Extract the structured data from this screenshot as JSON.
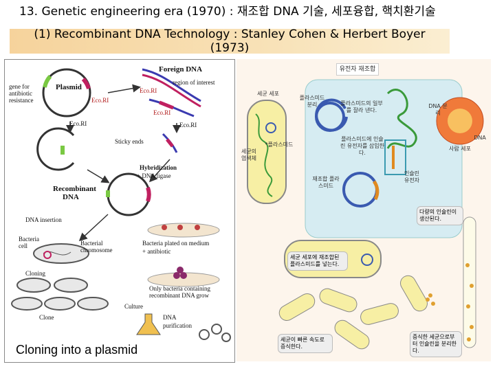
{
  "title": "13. Genetic engineering era (1970) : 재조합 DNA 기술, 세포융합, 핵치환기술",
  "subtitle_line1": "(1) Recombinant DNA Technology : Stanley Cohen & Herbert Boyer",
  "subtitle_line2": "(1973)",
  "left_figure": {
    "caption": "Cloning into a plasmid",
    "labels": {
      "foreign_dna": "Foreign DNA",
      "region_of_interest": "region of interest",
      "gene_for": "gene for",
      "antibiotic": "antibiotic",
      "resistance": "resistance",
      "plasmid": "Plasmid",
      "ecori_1": "Eco.RI",
      "ecori_2": "Eco.RI",
      "ecori_3": "Eco.RI",
      "ecori_4": "Eco.RI",
      "ecori_5": "Eco.RI",
      "sticky_ends": "Sticky ends",
      "hybridization": "Hybridization",
      "dna_ligase": "+ DNA ligase",
      "recombinant": "Recombinant",
      "dna": "DNA",
      "dna_insertion": "DNA insertion",
      "bacteria": "Bacteria",
      "cell": "cell",
      "bacterial": "Bacterial",
      "chromosome": "chromosome",
      "plated": "Bacteria plated on medium",
      "plus_antibiotic": "+ antibiotic",
      "cloning": "Cloning",
      "only_bacteria": "Only bacteria containing",
      "recombinant_grow": "recombinant DNA grow",
      "clone": "Clone",
      "culture": "Culture",
      "dna2": "DNA",
      "purification": "purification"
    }
  },
  "right_figure": {
    "header": "유전자 재조합",
    "labels": {
      "bacteria_cell": "세균 세포",
      "plasmid_separation": "플라스미드 분리",
      "cut_plasmid": "플라스미드의 일부를 잘라 낸다.",
      "dna_separation": "DNA 분리",
      "human_cell": "사람 세포",
      "dna": "DNA",
      "plasmid": "*플라스미드",
      "bacterial_chromosome": "세균의 염색체",
      "insert_gene": "플라스미드에 인슐린 유전자를 삽입한다.",
      "recombinant_plasmid": "재조합 플라스미드",
      "insulin_gene": "인슐린 유전자",
      "insert_into_bacteria": "세균 세포에 재조합된 플라스미드를 넣는다.",
      "mass_production": "다량의 인슐린이 생산된다.",
      "fast_growth": "세균이 빠른 속도로 증식한다.",
      "separate_insulin": "증식한 세균으로부터 인슐린을 분리한다."
    }
  }
}
